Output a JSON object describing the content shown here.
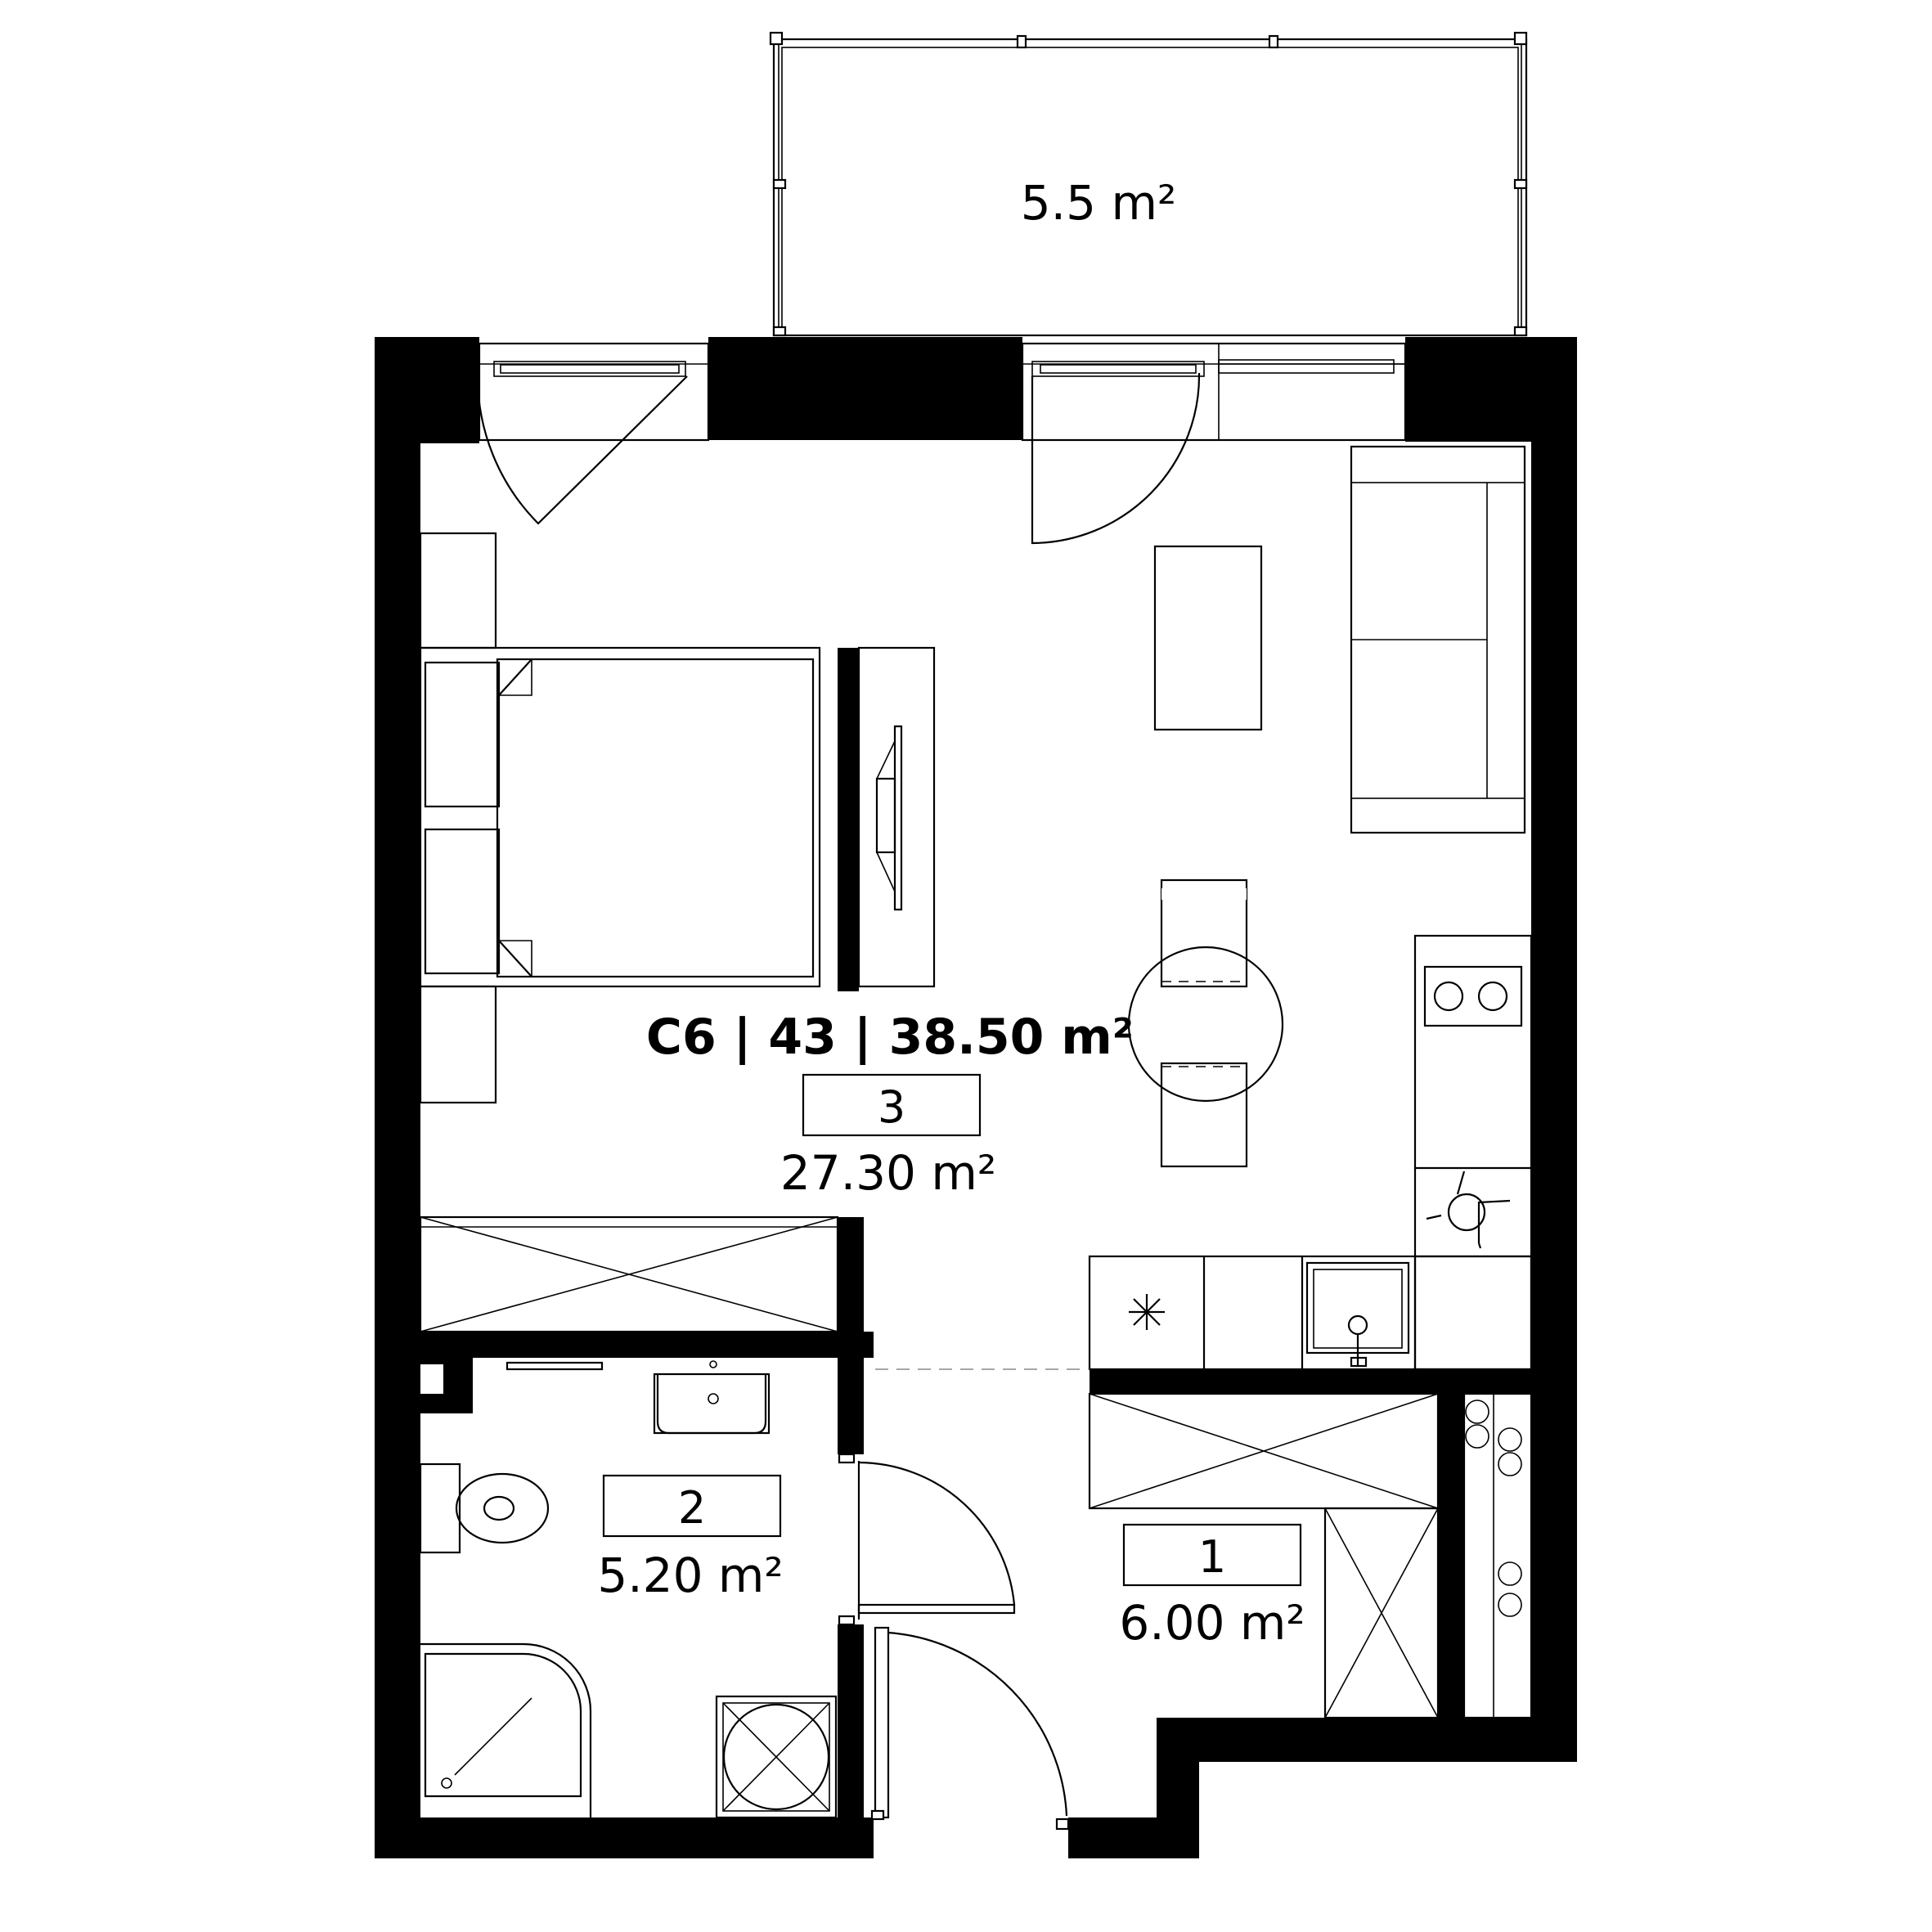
{
  "apartment": {
    "label": "C6 | 43 | 38.50 m²"
  },
  "balcony": {
    "area": "5.5 m²"
  },
  "rooms": [
    {
      "number": "3",
      "area": "27.30 m²"
    },
    {
      "number": "2",
      "area": "5.20 m²"
    },
    {
      "number": "1",
      "area": "6.00 m²"
    }
  ],
  "colors": {
    "wall": "#000000",
    "line": "#000000",
    "background": "#ffffff"
  }
}
